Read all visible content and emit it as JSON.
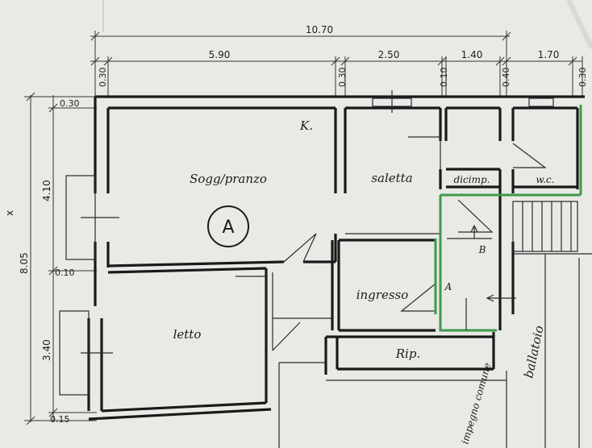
{
  "dimensions": {
    "total_width": "10.70",
    "seg_590": "5.90",
    "seg_250": "2.50",
    "seg_140": "1.40",
    "seg_170": "1.70",
    "wall_030_a": "0.30",
    "wall_030_b": "0.30",
    "wall_010": "0.10",
    "wall_040": "0.40",
    "wall_030_c": "0.30",
    "top_030": "0.30",
    "h_410": "4.10",
    "h_010": "0.10",
    "h_340": "3.40",
    "h_015": "0.15",
    "total_height": "8.05",
    "axis_x": "x"
  },
  "rooms": {
    "kitchen": "K.",
    "living": "Sogg/pranzo",
    "saletta": "saletta",
    "storage": "dicimp.",
    "wc": "w.c.",
    "ingresso": "ingresso",
    "letto": "letto",
    "rip": "Rip.",
    "ballatoio": "ballatoio",
    "impegno": "impegno comune"
  },
  "markers": {
    "unit": "A",
    "point_a": "A",
    "point_b": "B"
  },
  "colors": {
    "wall": "#1a1a1a",
    "highlight": "#3d9a4a",
    "paper": "#e9e9e6"
  }
}
